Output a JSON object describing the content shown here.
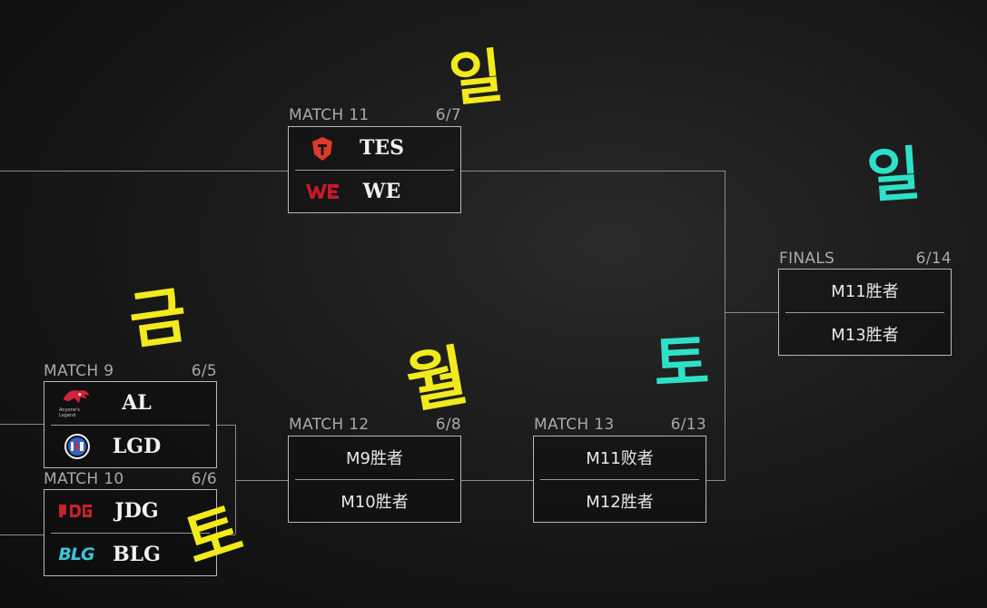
{
  "colors": {
    "annotation_yellow": "#f2ea1c",
    "annotation_cyan": "#2fe0c8",
    "tes_red": "#e03a2a",
    "we_red": "#c8182a",
    "jdg_red": "#c8202a",
    "lgd_blue": "#2a68c8",
    "blg_cyan": "#39c6d8"
  },
  "matches": {
    "m11": {
      "title": "MATCH 11",
      "date": "6/7",
      "team1": "TES",
      "team2": "WE",
      "team1_logo": "tes-logo-icon",
      "team2_logo": "we-logo-icon"
    },
    "m9": {
      "title": "MATCH 9",
      "date": "6/5",
      "team1": "AL",
      "team2": "LGD",
      "team1_logo": "al-logo-icon",
      "team2_logo": "lgd-logo-icon",
      "al_logo_text": "Anyone's Legend"
    },
    "m10": {
      "title": "MATCH 10",
      "date": "6/6",
      "team1": "JDG",
      "team2": "BLG",
      "team1_logo": "jdg-logo-icon",
      "team2_logo": "blg-logo-icon",
      "blg_logo_text": "BLG"
    },
    "m12": {
      "title": "MATCH 12",
      "date": "6/8",
      "slot1": "M9胜者",
      "slot2": "M10胜者"
    },
    "m13": {
      "title": "MATCH 13",
      "date": "6/13",
      "slot1": "M11败者",
      "slot2": "M12胜者"
    },
    "finals": {
      "title": "FINALS",
      "date": "6/14",
      "slot1": "M11胜者",
      "slot2": "M13胜者"
    }
  },
  "annotations": {
    "m11_day": "일",
    "finals_day": "일",
    "m9_day": "금",
    "m12_day": "월",
    "m13_day": "토",
    "m10_day": "토"
  }
}
